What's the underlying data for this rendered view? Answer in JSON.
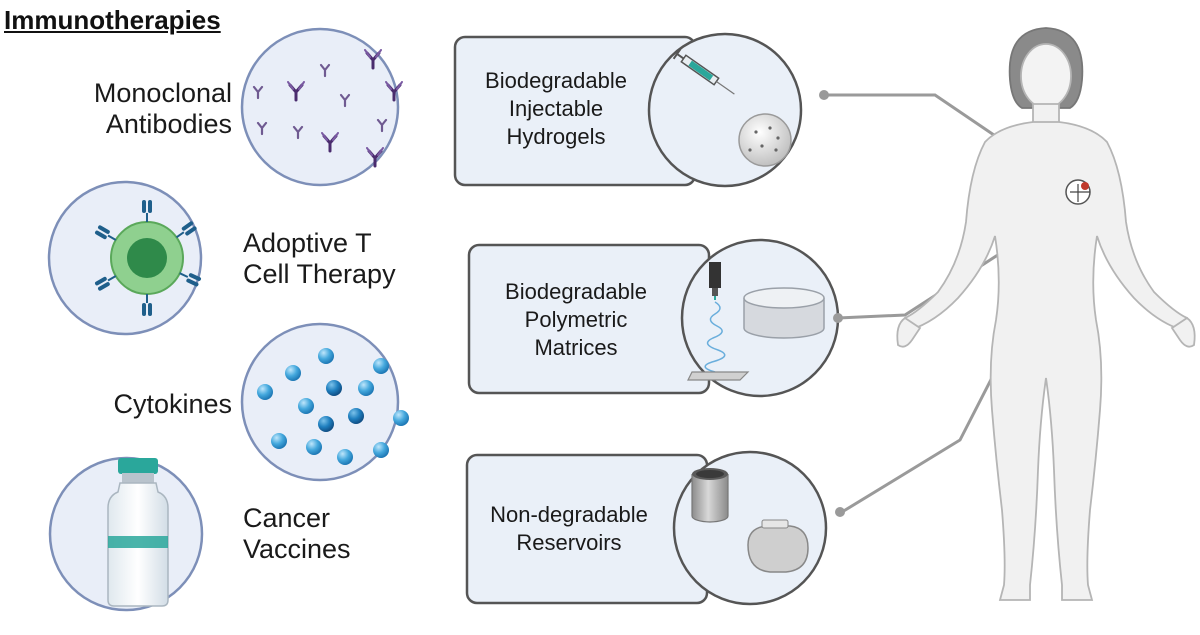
{
  "title": "Immunotherapies",
  "therapies": [
    {
      "lines": [
        "Monoclonal",
        "Antibodies"
      ]
    },
    {
      "lines": [
        "Adoptive T",
        "Cell Therapy"
      ]
    },
    {
      "lines": [
        "Cytokines"
      ]
    },
    {
      "lines": [
        "Cancer",
        "Vaccines"
      ]
    }
  ],
  "delivery_systems": [
    {
      "lines": [
        "Biodegradable",
        "Injectable",
        "Hydrogels"
      ]
    },
    {
      "lines": [
        "Biodegradable",
        "Polymetric",
        "Matrices"
      ]
    },
    {
      "lines": [
        "Non-degradable",
        "Reservoirs"
      ]
    }
  ],
  "colors": {
    "circle_fill": "#e9eef8",
    "circle_stroke": "#7d8fb8",
    "antibody": "#4a2c6e",
    "t_cell": "#8fd08f",
    "t_cell_nucleus": "#2f8a4a",
    "receptor": "#1f5f8b",
    "cytokine": "#3aa0d6",
    "vaccine_band": "#2aa79b",
    "box_fill": "#eaf0f8",
    "box_stroke": "#555555",
    "connector": "#9a9a9a",
    "body_fill": "#f1f1f1",
    "body_stroke": "#b5b5b5",
    "tumor": "#c0392b"
  },
  "icons": [
    "antibody-icon",
    "t-cell-icon",
    "cytokine-icon",
    "vaccine-vial-icon",
    "syringe-icon",
    "hydrogel-icon",
    "electrospinner-icon",
    "polymer-disc-icon",
    "reservoir-can-icon",
    "implant-pump-icon",
    "human-body-icon",
    "tumor-icon"
  ]
}
